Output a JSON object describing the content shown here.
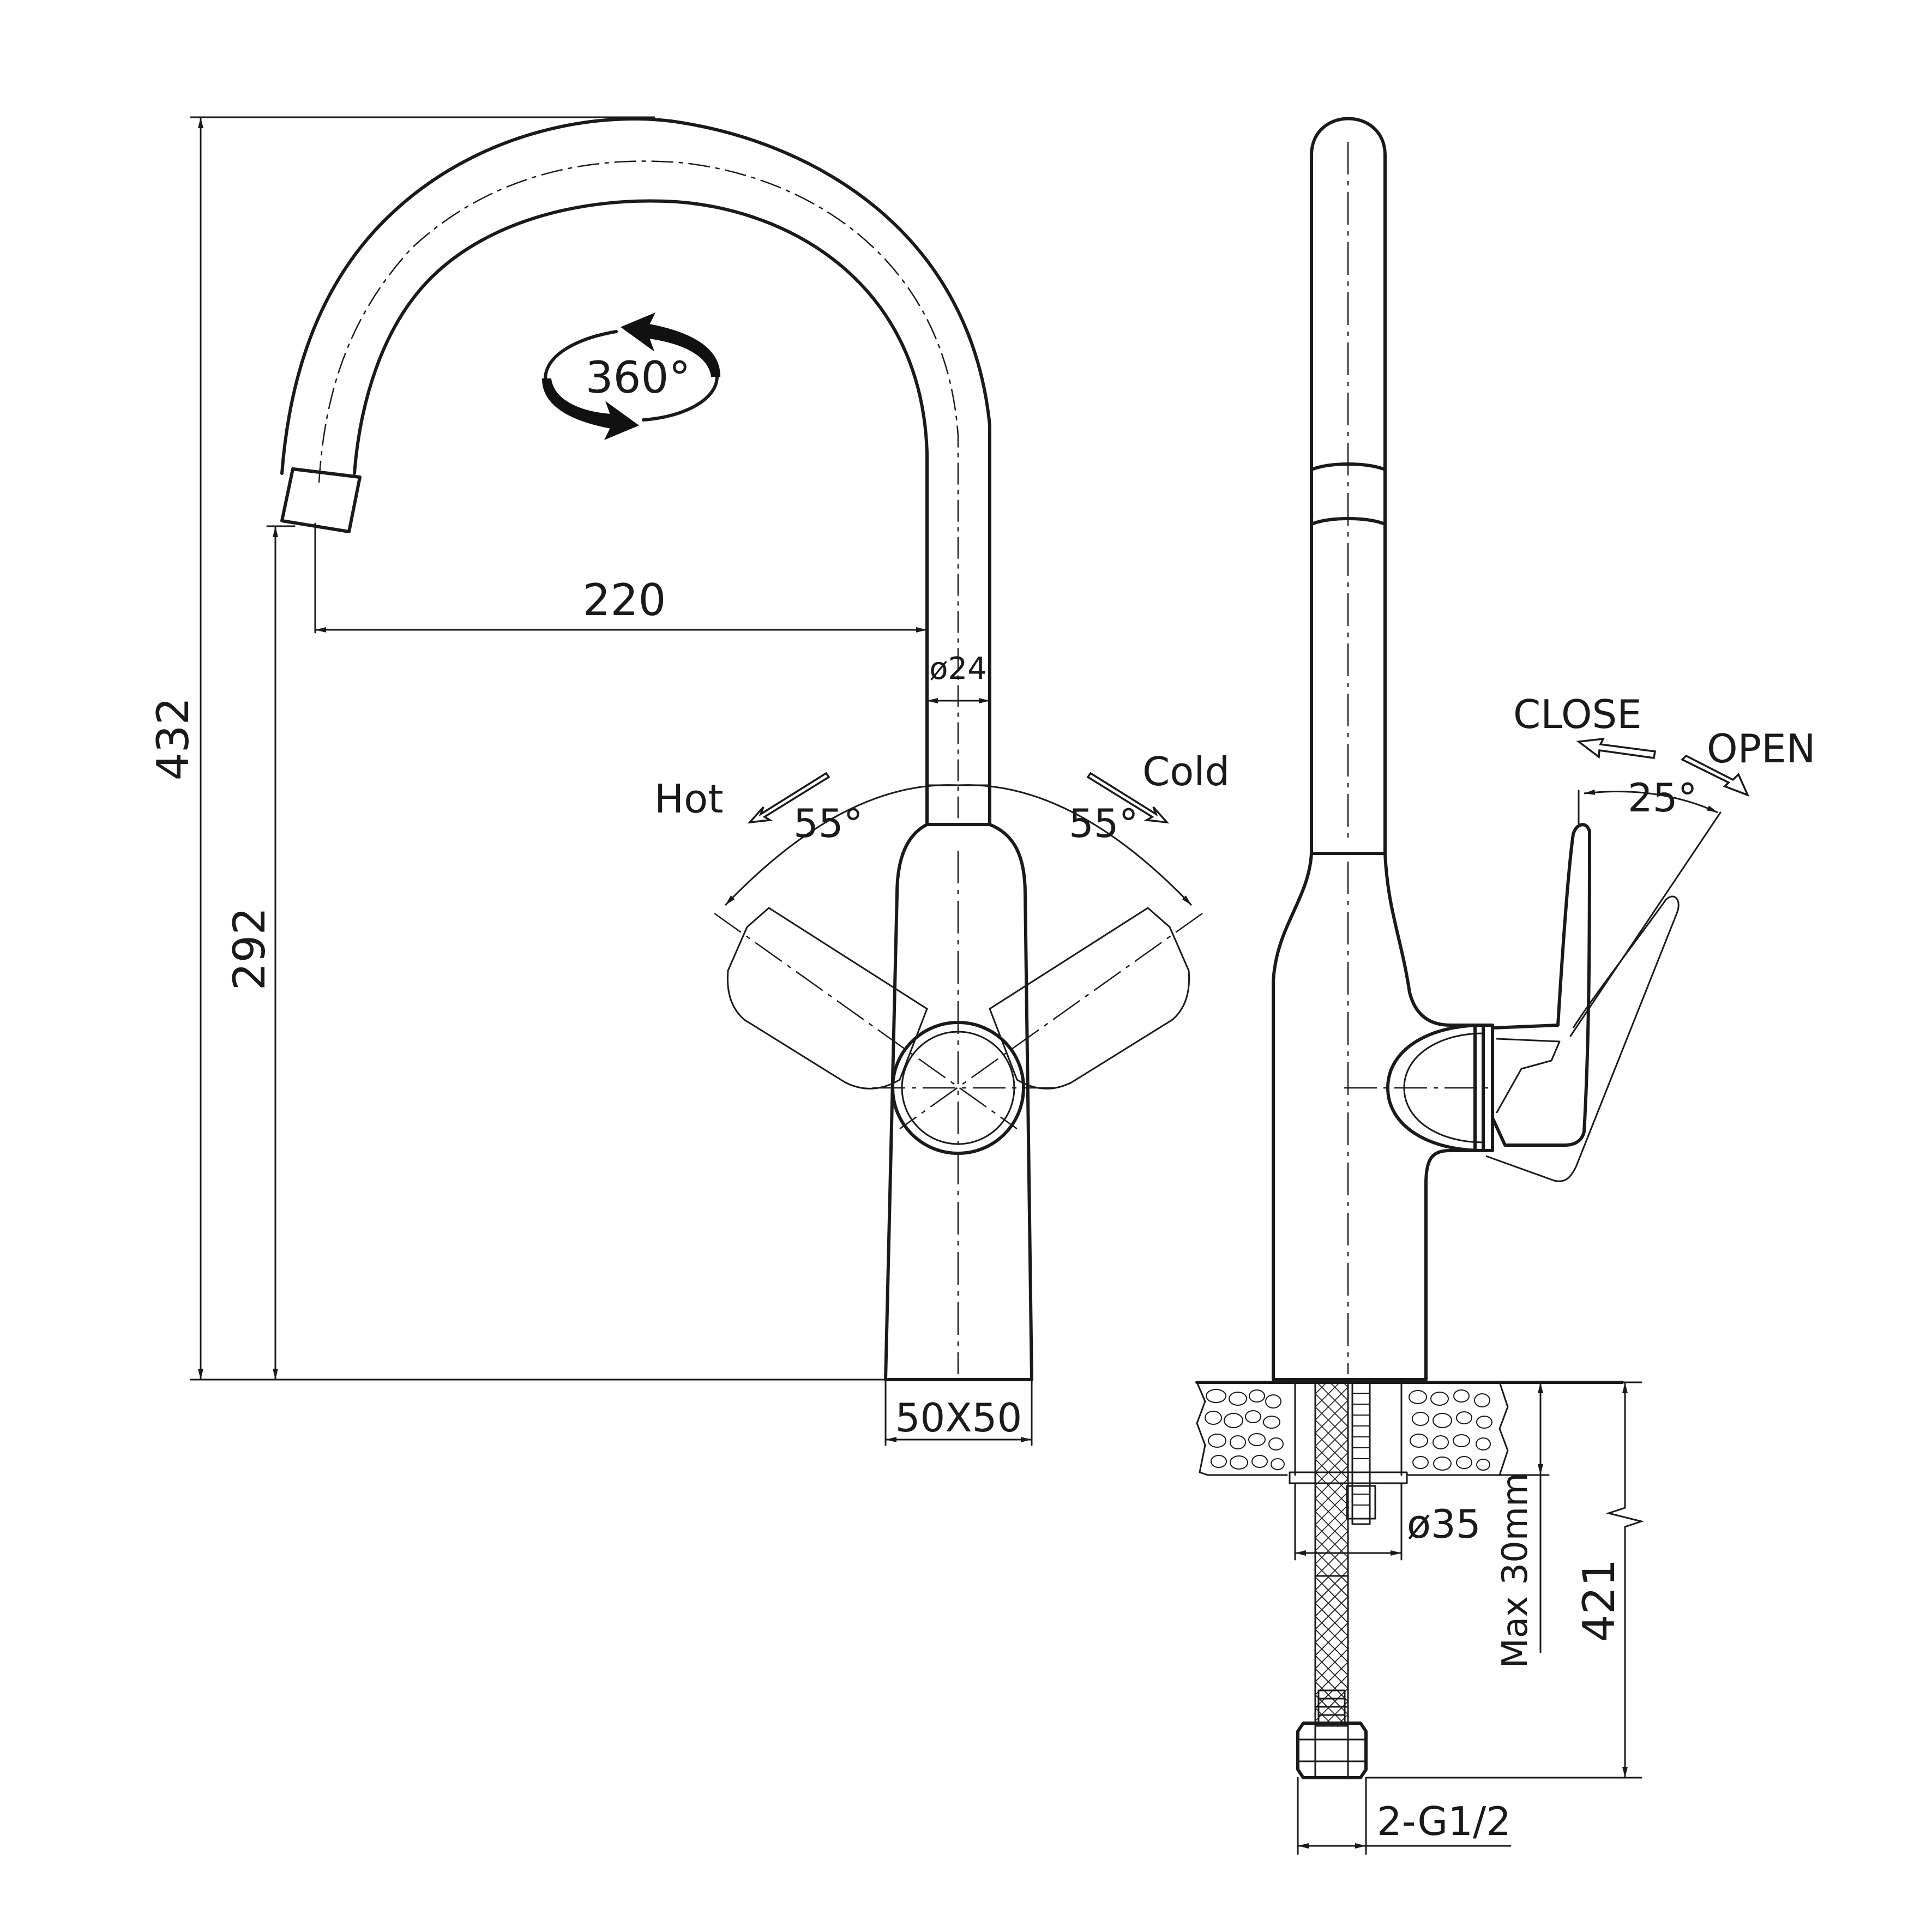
{
  "labels": {
    "height_total": "432",
    "height_spout": "292",
    "reach": "220",
    "spout_diameter": "ø24",
    "rotation": "360°",
    "hot": "Hot",
    "cold": "Cold",
    "angle_hot": "55°",
    "angle_cold": "55°",
    "base_size": "50X50",
    "close": "CLOSE",
    "open": "OPEN",
    "lever_angle": "25°",
    "hole_diameter": "ø35",
    "max_thickness": "Max 30mm",
    "hose_length": "421",
    "connection": "2-G1/2"
  },
  "colors": {
    "line": "#1a1a1a",
    "background": "#ffffff"
  }
}
